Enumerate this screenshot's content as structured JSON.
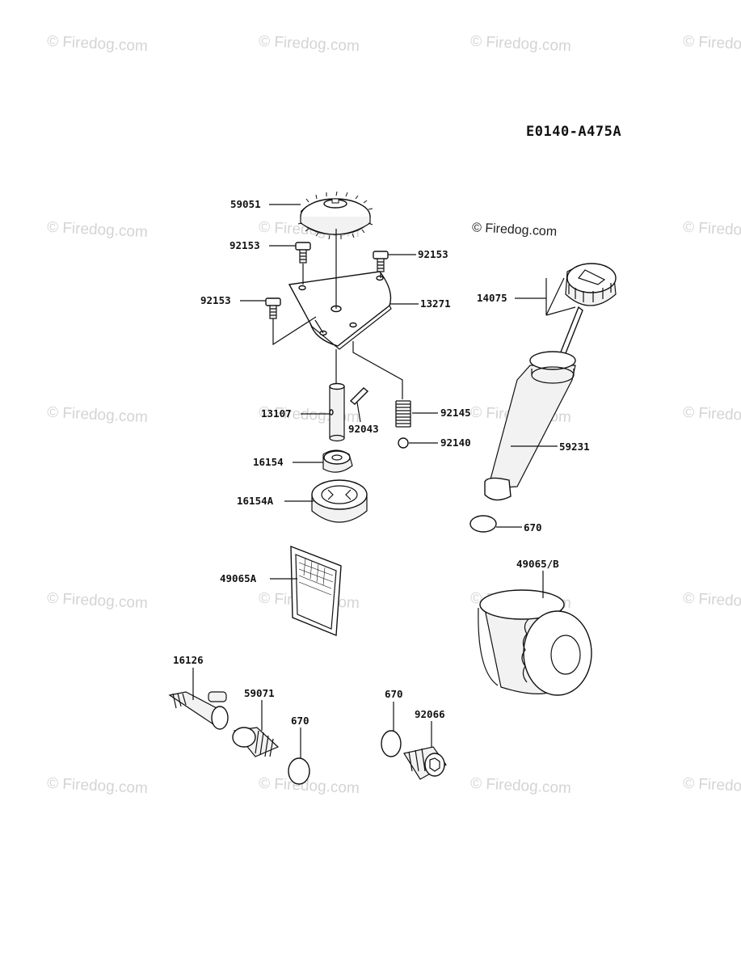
{
  "diagram_code": "E0140-A475A",
  "copyright": "© Firedog.com",
  "watermark": "© Firedog.com",
  "parts": {
    "p59051": "59051",
    "p92153a": "92153",
    "p92153b": "92153",
    "p92153c": "92153",
    "p13271": "13271",
    "p14075": "14075",
    "p13107": "13107",
    "p92043": "92043",
    "p92145": "92145",
    "p92140": "92140",
    "p59231": "59231",
    "p16154": "16154",
    "p16154A": "16154A",
    "p670a": "670",
    "p49065A": "49065A",
    "p49065B": "49065/B",
    "p16126": "16126",
    "p59071": "59071",
    "p670b": "670",
    "p670c": "670",
    "p92066": "92066"
  }
}
